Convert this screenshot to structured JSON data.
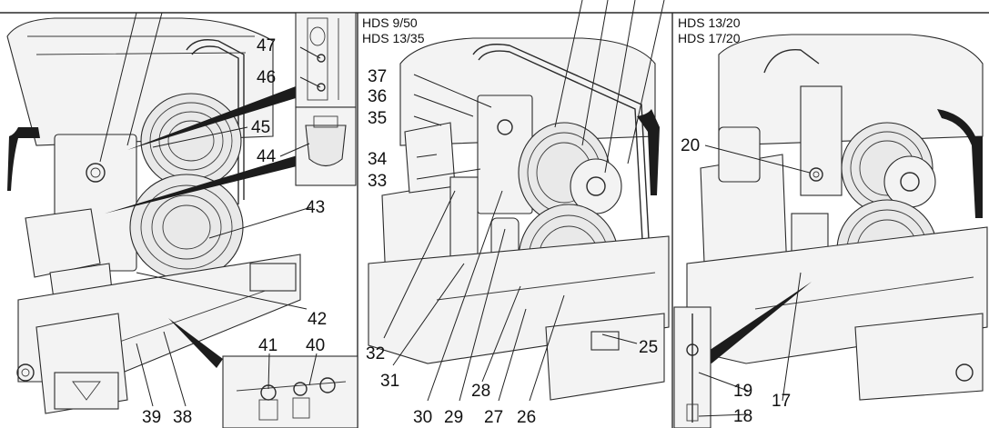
{
  "panels": [
    {
      "id": "left",
      "heading": []
    },
    {
      "id": "middle",
      "heading": [
        "HDS 9/50",
        "HDS 13/35"
      ]
    },
    {
      "id": "right",
      "heading": [
        "HDS 13/20",
        "HDS 17/20"
      ]
    }
  ],
  "callouts": {
    "n17": "17",
    "n18": "18",
    "n19": "19",
    "n20": "20",
    "n25": "25",
    "n26": "26",
    "n27": "27",
    "n28": "28",
    "n29": "29",
    "n30": "30",
    "n31": "31",
    "n32": "32",
    "n33": "33",
    "n34": "34",
    "n35": "35",
    "n36": "36",
    "n37": "37",
    "n38": "38",
    "n39": "39",
    "n40": "40",
    "n41": "41",
    "n42": "42",
    "n43": "43",
    "n44": "44",
    "n45": "45",
    "n46": "46",
    "n47": "47"
  }
}
